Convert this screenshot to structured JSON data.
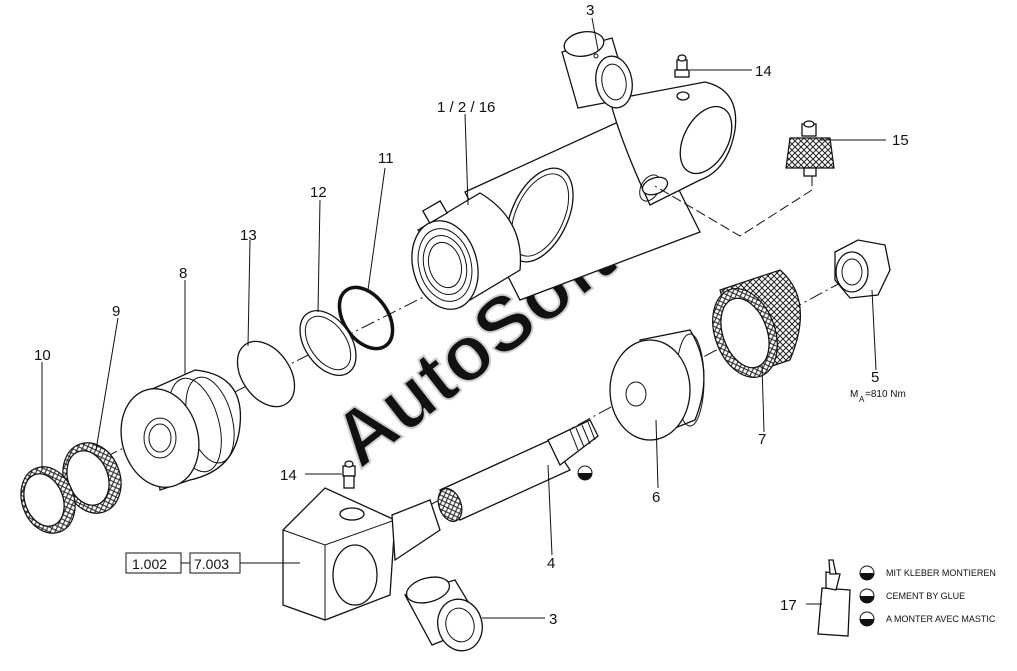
{
  "watermark": "AutoSoft",
  "callouts": {
    "c3_top": "3",
    "c14_top": "14",
    "c1_2_16": "1 / 2 / 16",
    "c15": "15",
    "c11": "11",
    "c12": "12",
    "c13": "13",
    "c8": "8",
    "c9": "9",
    "c10": "10",
    "c5": "5",
    "c7": "7",
    "c6": "6",
    "c14_bottom": "14",
    "c4": "4",
    "c3_bottom": "3",
    "c17": "17"
  },
  "torque": {
    "symbol": "M",
    "sub": "A",
    "value": "=810 Nm"
  },
  "ref_codes": [
    "1.002",
    "7.003"
  ],
  "legend": [
    {
      "text": "MIT KLEBER MONTIEREN"
    },
    {
      "text": "CEMENT BY GLUE"
    },
    {
      "text": "A MONTER AVEC MASTIC"
    }
  ]
}
